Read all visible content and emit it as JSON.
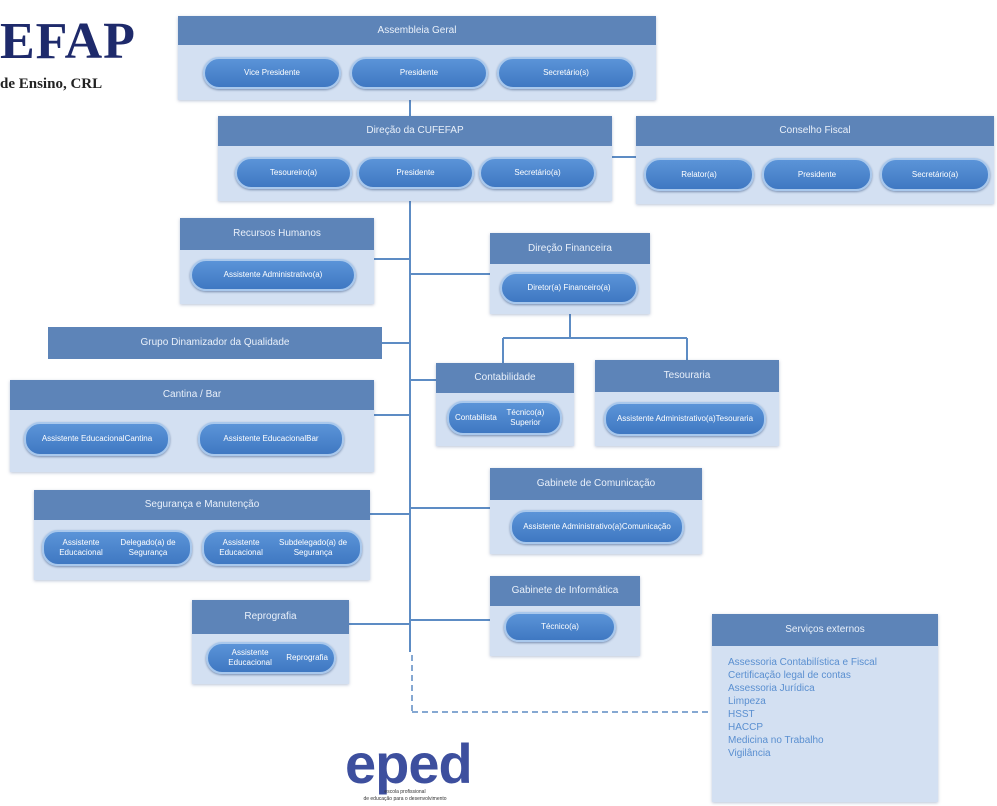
{
  "logo": {
    "main": "EFAP",
    "subtitle": "de Ensino, CRL"
  },
  "assembleia": {
    "title": "Assembleia Geral",
    "members": [
      "Vice Presidente",
      "Presidente",
      "Secretário(s)"
    ]
  },
  "direcao": {
    "title": "Direção da CUFEFAP",
    "members": [
      "Tesoureiro(a)",
      "Presidente",
      "Secretário(a)"
    ]
  },
  "conselho_fiscal": {
    "title": "Conselho Fiscal",
    "members": [
      "Relator(a)",
      "Presidente",
      "Secretário(a)"
    ]
  },
  "recursos_humanos": {
    "title": "Recursos Humanos",
    "members": [
      "Assistente Administrativo(a)"
    ]
  },
  "grupo_qualidade": {
    "title": "Grupo Dinamizador da Qualidade"
  },
  "cantina_bar": {
    "title": "Cantina / Bar",
    "members": [
      [
        "Assistente Educacional",
        "Cantina"
      ],
      [
        "Assistente Educacional",
        "Bar"
      ]
    ]
  },
  "seguranca": {
    "title": "Segurança e Manutenção",
    "members": [
      [
        "Assistente Educacional",
        "Delegado(a) de Segurança"
      ],
      [
        "Assistente Educacional",
        "Subdelegado(a) de Segurança"
      ]
    ]
  },
  "reprografia": {
    "title": "Reprografia",
    "members": [
      [
        "Assistente Educacional",
        "Reprografia"
      ]
    ]
  },
  "direcao_financeira": {
    "title": "Direção Financeira",
    "members": [
      "Diretor(a) Financeiro(a)"
    ]
  },
  "contabilidade": {
    "title": "Contabilidade",
    "members": [
      [
        "Contabilista",
        "Técnico(a) Superior"
      ]
    ]
  },
  "tesouraria": {
    "title": "Tesouraria",
    "members": [
      [
        "Assistente Administrativo(a)",
        "Tesouraria"
      ]
    ]
  },
  "gabinete_comunicacao": {
    "title": "Gabinete de Comunicação",
    "members": [
      [
        "Assistente Administrativo(a)",
        "Comunicação"
      ]
    ]
  },
  "gabinete_informatica": {
    "title": "Gabinete de Informática",
    "members": [
      "Técnico(a)"
    ]
  },
  "servicos_externos": {
    "title": "Serviços externos",
    "items": [
      "Assessoria Contabilística e Fiscal",
      "Certificação legal de contas",
      "Assessoria Jurídica",
      "Limpeza",
      "HSST",
      "HACCP",
      "Medicina no Trabalho",
      "Vigilância"
    ]
  },
  "footer_logo": {
    "name": "eped",
    "tagline_1": "escola profissional",
    "tagline_2": "de educação para o desenvolvimento"
  },
  "colors": {
    "panel": "#d3e0f2",
    "header": "#5d84b8",
    "pill": "#4683c8",
    "connector": "#5d8cc4",
    "logo_dark": "#1e2a6b",
    "eped": "#3d4f9e"
  }
}
